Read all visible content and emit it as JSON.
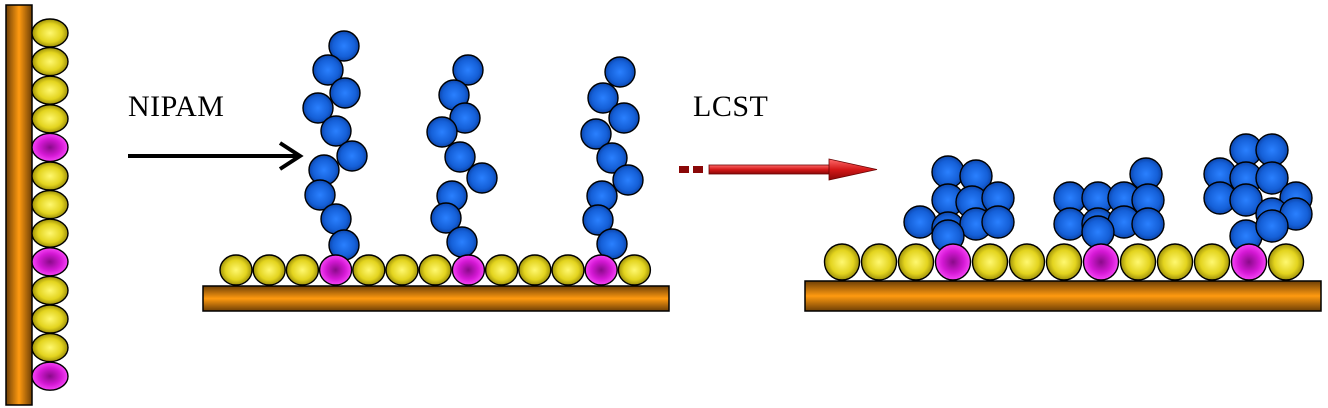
{
  "labels": {
    "step1": "NIPAM",
    "step2": "LCST"
  },
  "colors": {
    "substrate_edge": "#7a4a08",
    "substrate_center": "#ff9a10",
    "initiator_monomer": "#e8e030",
    "anchor_monomer": "#e020e0",
    "polymer_bead": "#1f6fe0",
    "arrow_black": "#000000",
    "arrow_red": "#cc1010"
  },
  "icons": {
    "substrate": "substrate-bar",
    "initiator": "yellow-monomer-bead",
    "anchor": "magenta-initiator-bead",
    "polymer": "blue-pnipam-bead"
  }
}
